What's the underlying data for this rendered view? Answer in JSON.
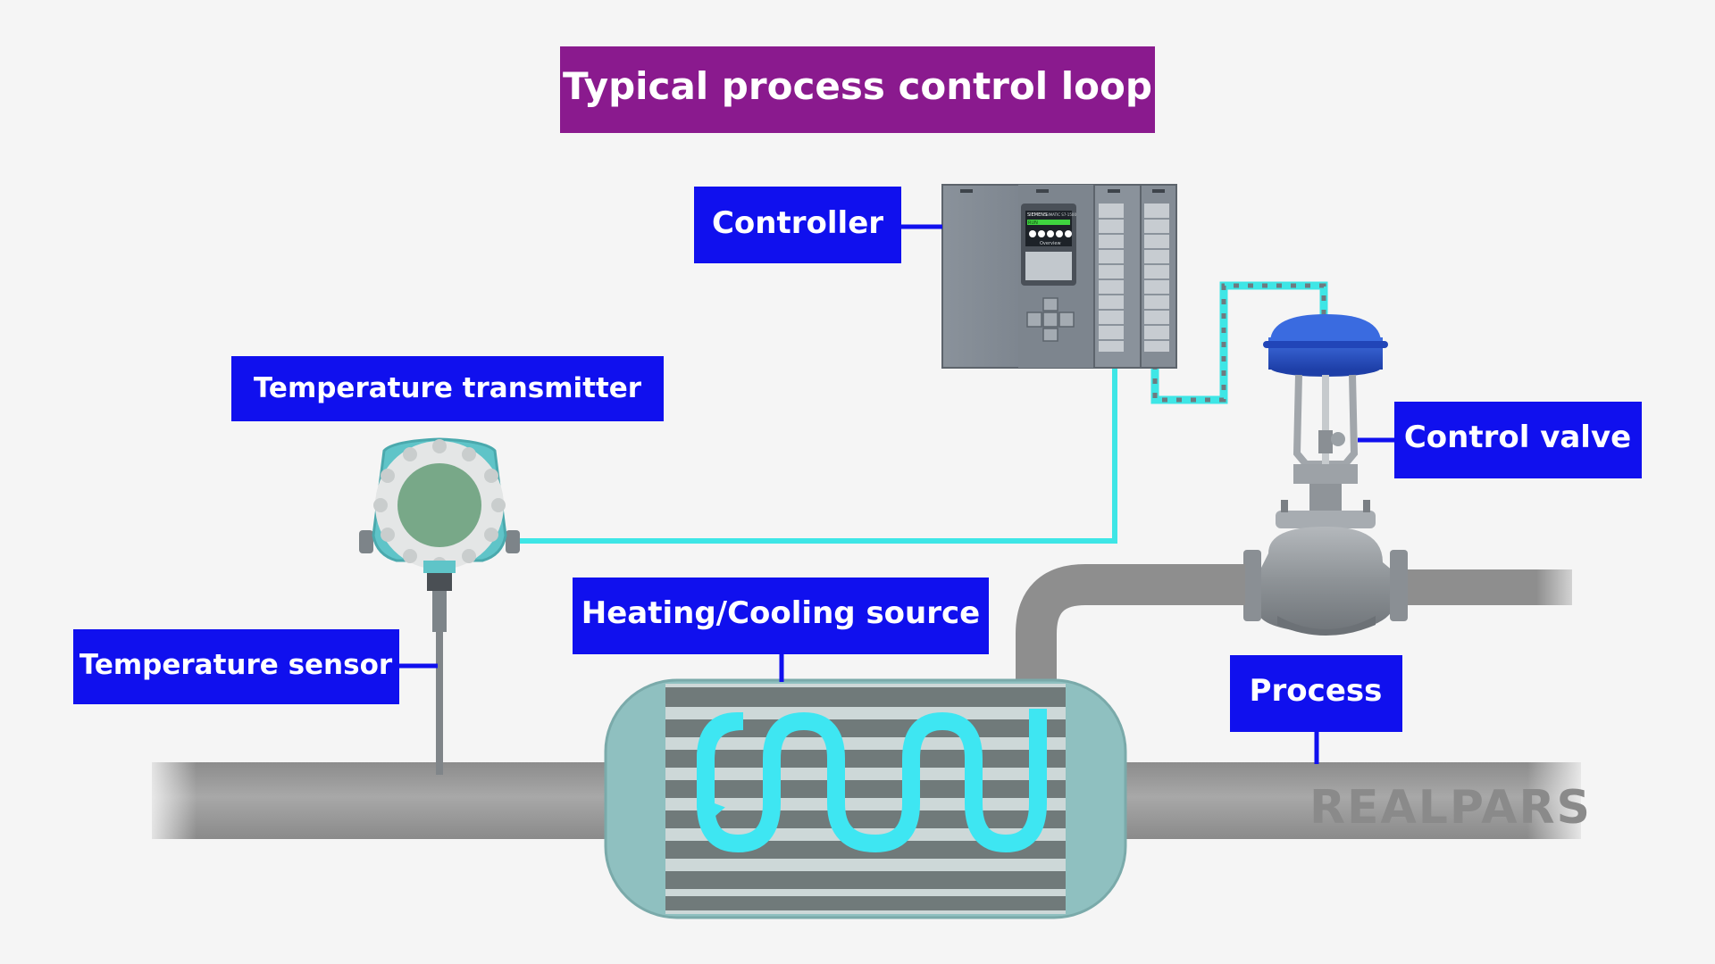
{
  "title": "Typical process control loop",
  "labels": {
    "controller": "Controller",
    "temperature_transmitter": "Temperature transmitter",
    "control_valve": "Control valve",
    "heating_cooling_source": "Heating/Cooling source",
    "temperature_sensor": "Temperature sensor",
    "process": "Process"
  },
  "plc_texts": {
    "brand": "SIEMENS",
    "model": "SIMATIC S7-1500",
    "status": "RUN",
    "menu": "Overview"
  },
  "logo": "REALPARS",
  "colors": {
    "title_bg": "#8a1a8e",
    "label_bg": "#1010ee",
    "signal_line": "#3ee6e6",
    "pipe": "#9a9a9a",
    "plc_body": "#7f8791",
    "valve_actuator": "#2a56d0",
    "transmitter_housing": "#5fc4c8",
    "transmitter_face": "#78a888",
    "exchanger_shell": "#8fc0c0",
    "coil": "#3ee6f2",
    "logo": "#8a8a8a"
  }
}
